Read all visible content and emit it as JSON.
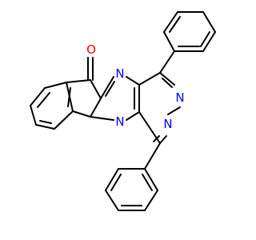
{
  "structure": {
    "atoms": {
      "O1": {
        "symbol": "O",
        "color": "#ff0000"
      },
      "N1": {
        "symbol": "N",
        "color": "#0000ff"
      },
      "N2": {
        "symbol": "N",
        "color": "#0000ff"
      },
      "N3": {
        "symbol": "N",
        "color": "#0000ff"
      },
      "N4": {
        "symbol": "N",
        "color": "#0000ff"
      }
    }
  }
}
